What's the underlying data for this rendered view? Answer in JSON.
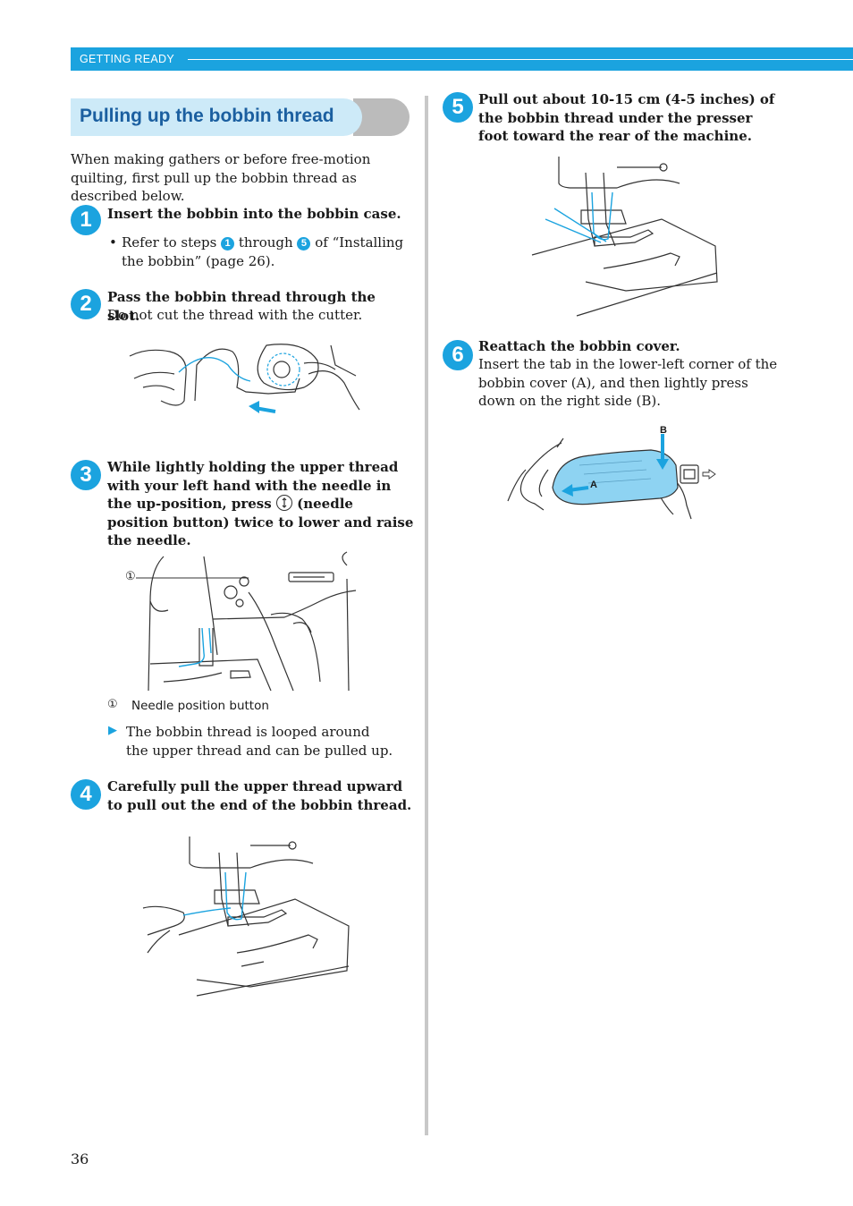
{
  "header": {
    "section": "GETTING READY"
  },
  "title": "Pulling up the bobbin thread",
  "intro": "When making gathers or before free-motion quilting, first pull up the bobbin thread as described below.",
  "steps": [
    {
      "num": "1",
      "heading": "Insert the bobbin into the bobbin case.",
      "bullet_pre": "Refer to steps",
      "ref_a": "1",
      "bullet_mid": "through",
      "ref_b": "5",
      "bullet_post": "of “Installing the bobbin” (page 26)."
    },
    {
      "num": "2",
      "heading": "Pass the bobbin thread through the slot.",
      "text": "Do not cut the thread with the cutter."
    },
    {
      "num": "3",
      "heading_a": "While lightly holding the upper thread with your left hand with the needle in the up-position, press",
      "heading_b": "(needle position button) twice to lower and raise the needle.",
      "callout_marker": "①",
      "callout_label": "Needle position button",
      "result": "The bobbin thread is looped around the upper thread and can be pulled up."
    },
    {
      "num": "4",
      "heading": "Carefully pull the upper thread upward to pull out the end of the bobbin thread."
    },
    {
      "num": "5",
      "heading": "Pull out about 10-15 cm (4-5 inches) of the bobbin thread under the presser foot toward the rear of the machine."
    },
    {
      "num": "6",
      "heading": "Reattach the bobbin cover.",
      "text": "Insert the tab in the lower-left corner of the bobbin cover (A), and then lightly press down on the right side (B).",
      "label_a": "A",
      "label_b": "B"
    }
  ],
  "page_number": "36",
  "colors": {
    "accent": "#1ba3df",
    "title_text": "#1b5fa0",
    "title_bg": "#cdeaf8",
    "divider": "#c8c8c8"
  }
}
